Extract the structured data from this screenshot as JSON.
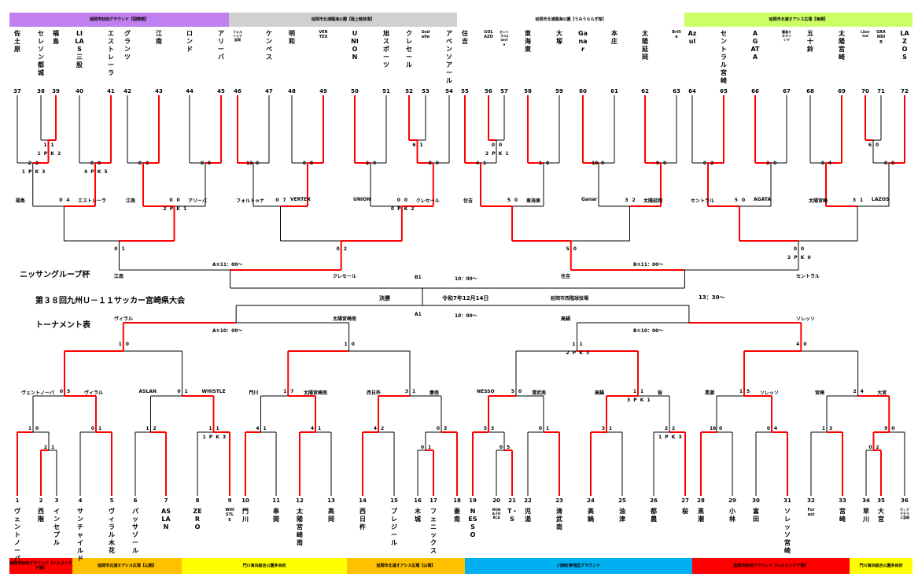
{
  "header": {
    "cup_name": "ニッサングループ杯",
    "tournament_title": "第３８回九州Ｕ－１１サッカー宮崎県大会",
    "sheet_label": "トーナメント表",
    "final_label": "決勝",
    "final_date": "令和7年12月14日",
    "final_venue": "延岡市西階球技場",
    "final_time": "13：30～",
    "semi_b1_label": "B1",
    "semi_b1_time": "10：00～",
    "semi_a1_label": "A1",
    "semi_a1_time": "10：00～",
    "qf_a2_time": "A②11：00～",
    "qf_b2_time": "B②11：00～",
    "qf_a1_time": "A①10：00～",
    "qf_b1_time": "B①10：00～"
  },
  "top_venues": [
    {
      "label": "延岡市妙田グラウンド【国際側】",
      "color": "#c080f0"
    },
    {
      "label": "延岡市北浦臨海公園【陸上競技場】",
      "color": "#d0d0d0"
    },
    {
      "label": "延岡市北浦臨海公園【うみうららぎ館】",
      "color": "#ffffff"
    },
    {
      "label": "延岡市北浦オアシス広場【海側】",
      "color": "#ccff66"
    }
  ],
  "bottom_venues": [
    {
      "label": "延岡市妙田グラウンド【ヘルストピア側】",
      "color": "#ff0000"
    },
    {
      "label": "延岡市北浦オアシス広場【山側】",
      "color": "#ffc000"
    },
    {
      "label": "門川海浜総合公園多目的",
      "color": "#ffff00"
    },
    {
      "label": "延岡市北浦オアシス広場【山側】",
      "color": "#ffc000"
    },
    {
      "label": "川南町東地区グラウンド",
      "color": "#00b0f0"
    },
    {
      "label": "延岡市妙田グラウンド【ヘルストピア側】",
      "color": "#ff0000"
    },
    {
      "label": "門川海浜総合公園多目的",
      "color": "#ffff00"
    }
  ],
  "top_teams": [
    {
      "no": "37",
      "name": "佐土原"
    },
    {
      "no": "38",
      "name": "セレソン都城"
    },
    {
      "no": "39",
      "name": "福島"
    },
    {
      "no": "40",
      "name": "LILAS三股"
    },
    {
      "no": "41",
      "name": "エストレーラ"
    },
    {
      "no": "42",
      "name": "グランツ"
    },
    {
      "no": "43",
      "name": "江南"
    },
    {
      "no": "44",
      "name": "ロンド"
    },
    {
      "no": "45",
      "name": "アリーバ"
    },
    {
      "no": "46",
      "name": "フォルトゥナ延岡"
    },
    {
      "no": "47",
      "name": "ケンペス"
    },
    {
      "no": "48",
      "name": "明和"
    },
    {
      "no": "49",
      "name": "VERTEX"
    },
    {
      "no": "50",
      "name": "UNION"
    },
    {
      "no": "51",
      "name": "旭スポーツ"
    },
    {
      "no": "52",
      "name": "クレセール"
    },
    {
      "no": "53",
      "name": "Sodelle"
    },
    {
      "no": "54",
      "name": "アベンソアール"
    },
    {
      "no": "55",
      "name": "住吉"
    },
    {
      "no": "56",
      "name": "GOLAZO"
    },
    {
      "no": "57",
      "name": "セントラルsoerte"
    },
    {
      "no": "58",
      "name": "東海東"
    },
    {
      "no": "59",
      "name": "大塚"
    },
    {
      "no": "60",
      "name": "Ganar"
    },
    {
      "no": "61",
      "name": "本庄"
    },
    {
      "no": "62",
      "name": "太陽延岡"
    },
    {
      "no": "63",
      "name": "Brille"
    },
    {
      "no": "64",
      "name": "Azul"
    },
    {
      "no": "65",
      "name": "セントラル宮崎"
    },
    {
      "no": "66",
      "name": "AGATA"
    },
    {
      "no": "67",
      "name": "霧島キタキリシマ"
    },
    {
      "no": "68",
      "name": "五十鈴"
    },
    {
      "no": "69",
      "name": "太陽宮崎"
    },
    {
      "no": "70",
      "name": "Libertad"
    },
    {
      "no": "71",
      "name": "GRANDIR"
    },
    {
      "no": "72",
      "name": "LAZOS"
    }
  ],
  "bottom_teams": [
    {
      "no": "1",
      "name": "ヴェントノーバ"
    },
    {
      "no": "2",
      "name": "西階"
    },
    {
      "no": "3",
      "name": "インセプル"
    },
    {
      "no": "4",
      "name": "サンチャイルド"
    },
    {
      "no": "5",
      "name": "ヴィラル木花"
    },
    {
      "no": "6",
      "name": "パッサゾール"
    },
    {
      "no": "7",
      "name": "ASLAN"
    },
    {
      "no": "8",
      "name": "ZERO"
    },
    {
      "no": "9",
      "name": "WHISTLE"
    },
    {
      "no": "10",
      "name": "門川"
    },
    {
      "no": "11",
      "name": "串間"
    },
    {
      "no": "12",
      "name": "太陽宮崎南"
    },
    {
      "no": "13",
      "name": "高岡"
    },
    {
      "no": "14",
      "name": "西日杵"
    },
    {
      "no": "15",
      "name": "プレジール"
    },
    {
      "no": "16",
      "name": "木城"
    },
    {
      "no": "17",
      "name": "フェニックス"
    },
    {
      "no": "18",
      "name": "妻南"
    },
    {
      "no": "19",
      "name": "NESSO"
    },
    {
      "no": "20",
      "name": "MONA FORCA"
    },
    {
      "no": "21",
      "name": "T・S"
    },
    {
      "no": "22",
      "name": "児湯"
    },
    {
      "no": "23",
      "name": "清武南"
    },
    {
      "no": "24",
      "name": "高鍋"
    },
    {
      "no": "25",
      "name": "油津"
    },
    {
      "no": "26",
      "name": "都農"
    },
    {
      "no": "27",
      "name": "桜"
    },
    {
      "no": "28",
      "name": "黒潮"
    },
    {
      "no": "29",
      "name": "小林"
    },
    {
      "no": "30",
      "name": "富田"
    },
    {
      "no": "31",
      "name": "ソレッソ宮崎"
    },
    {
      "no": "32",
      "name": "Forest"
    },
    {
      "no": "33",
      "name": "宮崎"
    },
    {
      "no": "34",
      "name": "草川"
    },
    {
      "no": "35",
      "name": "大宮"
    },
    {
      "no": "36",
      "name": "ヴィアマテラス宮崎"
    }
  ],
  "top_r2_winners": [
    {
      "name": "福島"
    },
    {
      "name": "エストレーラ"
    },
    {
      "name": "江南"
    },
    {
      "name": "アリーバ"
    },
    {
      "name": "フォルトゥナ"
    },
    {
      "name": "VERTEX"
    },
    {
      "name": "UNION"
    },
    {
      "name": "クレセール"
    },
    {
      "name": "住吉"
    },
    {
      "name": "東海東"
    },
    {
      "name": "Ganar"
    },
    {
      "name": "太陽延岡"
    },
    {
      "name": "セントラル"
    },
    {
      "name": "AGATA"
    },
    {
      "name": "太陽宮崎"
    },
    {
      "name": "LAZOS"
    }
  ],
  "bottom_r2_winners": [
    {
      "name": "ヴェントノーバ"
    },
    {
      "name": "ヴィラル"
    },
    {
      "name": "ASLAN"
    },
    {
      "name": "WHISTLE"
    },
    {
      "name": "門川"
    },
    {
      "name": "太陽宮崎南"
    },
    {
      "name": "西日杵"
    },
    {
      "name": "妻南"
    },
    {
      "name": "NESSO"
    },
    {
      "name": "清武南"
    },
    {
      "name": "高鍋"
    },
    {
      "name": "桜"
    },
    {
      "name": "黒潮"
    },
    {
      "name": "ソレッソ"
    },
    {
      "name": "宮崎"
    },
    {
      "name": "大宮"
    }
  ],
  "semifinalists": {
    "top": [
      "江南",
      "クレセール",
      "住吉",
      "セントラル"
    ],
    "bottom": [
      "ヴィラル",
      "太陽宮崎南",
      "高鍋",
      "ソレッソ"
    ]
  },
  "scores": {
    "top_r1": [
      {
        "l": "1",
        "r": "1",
        "pk": "1 P K 2"
      },
      {
        "l": "2",
        "r": "2",
        "pk": "1 P K 3"
      },
      {
        "l": "0",
        "r": "0",
        "pk": "4 P K 5"
      },
      {
        "l": "0",
        "r": "3",
        "pk": ""
      },
      {
        "l": "0",
        "r": "5",
        "pk": ""
      },
      {
        "l": "13",
        "r": "0",
        "pk": ""
      },
      {
        "l": "0",
        "r": "8",
        "pk": ""
      },
      {
        "l": "2",
        "r": "0",
        "pk": ""
      },
      {
        "l": "6",
        "r": "1",
        "pk": ""
      },
      {
        "l": "8",
        "r": "0",
        "pk": ""
      },
      {
        "l": "0",
        "r": "0",
        "pk": "2 P K 1"
      },
      {
        "l": "4",
        "r": "1",
        "pk": ""
      },
      {
        "l": "1",
        "r": "0",
        "pk": ""
      },
      {
        "l": "10",
        "r": "0",
        "pk": ""
      },
      {
        "l": "9",
        "r": "0",
        "pk": ""
      },
      {
        "l": "0",
        "r": "2",
        "pk": ""
      },
      {
        "l": "3",
        "r": "0",
        "pk": ""
      },
      {
        "l": "0",
        "r": "4",
        "pk": ""
      },
      {
        "l": "6",
        "r": "0",
        "pk": ""
      },
      {
        "l": "0",
        "r": "5",
        "pk": ""
      }
    ],
    "top_r3": [
      {
        "l": "0",
        "r": "4",
        "pk": ""
      },
      {
        "l": "0",
        "r": "0",
        "pk": "2 P K 1"
      },
      {
        "l": "0",
        "r": "7",
        "pk": ""
      },
      {
        "l": "0",
        "r": "0",
        "pk": "0 P K 2"
      },
      {
        "l": "5",
        "r": "0",
        "pk": ""
      },
      {
        "l": "3",
        "r": "2",
        "pk": ""
      },
      {
        "l": "5",
        "r": "0",
        "pk": ""
      },
      {
        "l": "3",
        "r": "1",
        "pk": ""
      }
    ],
    "top_qf": [
      {
        "l": "0",
        "r": "1",
        "pk": ""
      },
      {
        "l": "0",
        "r": "2",
        "pk": ""
      },
      {
        "l": "5",
        "r": "0",
        "pk": ""
      },
      {
        "l": "0",
        "r": "0",
        "pk": "2 P K 0"
      }
    ],
    "bottom_r1": [
      {
        "l": "2",
        "r": "1",
        "pk": ""
      },
      {
        "l": "1",
        "r": "0",
        "pk": ""
      },
      {
        "l": "0",
        "r": "1",
        "pk": ""
      },
      {
        "l": "1",
        "r": "2",
        "pk": ""
      },
      {
        "l": "1",
        "r": "1",
        "pk": "1 P K 3"
      },
      {
        "l": "4",
        "r": "1",
        "pk": ""
      },
      {
        "l": "4",
        "r": "1",
        "pk": ""
      },
      {
        "l": "4",
        "r": "2",
        "pk": ""
      },
      {
        "l": "0",
        "r": "1",
        "pk": ""
      },
      {
        "l": "0",
        "r": "3",
        "pk": ""
      },
      {
        "l": "5",
        "r": "3",
        "pk": ""
      },
      {
        "l": "0",
        "r": "5",
        "pk": ""
      },
      {
        "l": "0",
        "r": "1",
        "pk": ""
      },
      {
        "l": "3",
        "r": "1",
        "pk": ""
      },
      {
        "l": "2",
        "r": "2",
        "pk": "1 P K 3"
      },
      {
        "l": "16",
        "r": "0",
        "pk": ""
      },
      {
        "l": "0",
        "r": "4",
        "pk": ""
      },
      {
        "l": "1",
        "r": "3",
        "pk": ""
      },
      {
        "l": "0",
        "r": "2",
        "pk": ""
      },
      {
        "l": "9",
        "r": "0",
        "pk": ""
      }
    ],
    "bottom_r3": [
      {
        "l": "0",
        "r": "5",
        "pk": ""
      },
      {
        "l": "0",
        "r": "1",
        "pk": ""
      },
      {
        "l": "1",
        "r": "7",
        "pk": ""
      },
      {
        "l": "3",
        "r": "1",
        "pk": ""
      },
      {
        "l": "5",
        "r": "0",
        "pk": ""
      },
      {
        "l": "1",
        "r": "1",
        "pk": "3 P K 1"
      },
      {
        "l": "1",
        "r": "5",
        "pk": ""
      },
      {
        "l": "2",
        "r": "4",
        "pk": ""
      }
    ],
    "bottom_qf": [
      {
        "l": "1",
        "r": "0",
        "pk": ""
      },
      {
        "l": "1",
        "r": "0",
        "pk": ""
      },
      {
        "l": "1",
        "r": "1",
        "pk": "2 P K 3"
      },
      {
        "l": "4",
        "r": "0",
        "pk": ""
      }
    ]
  },
  "colors": {
    "win_line": "#ff0000",
    "line": "#000000"
  }
}
